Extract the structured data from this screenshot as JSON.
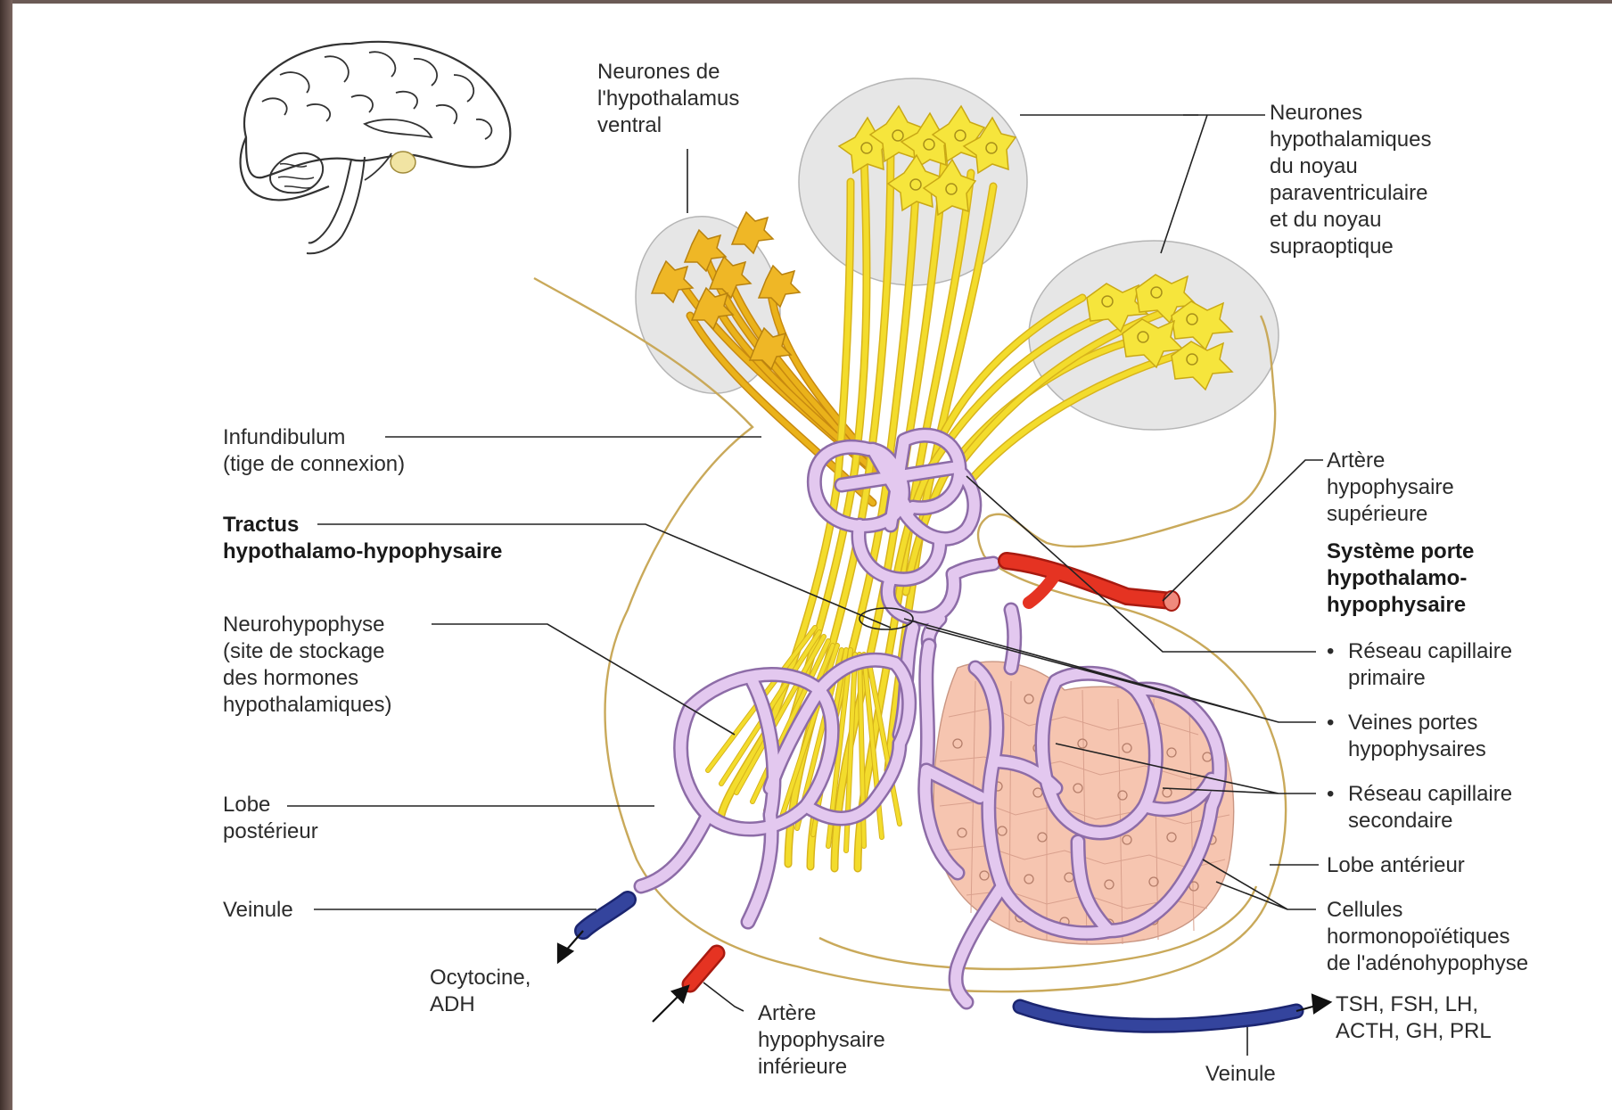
{
  "colors": {
    "background": "#ffffff",
    "fiber_yellow": "#f3dc2c",
    "fiber_orange": "#eab21a",
    "capillary": "#e3c8ef",
    "anterior_lobe": "#f6c5b0",
    "artery": "#e53322",
    "vein": "#2c3a9c",
    "oval": "#e6e6e6"
  },
  "labels": {
    "ventral_l1": "Neurones de",
    "ventral_l2": "l'hypothalamus",
    "ventral_l3": "ventral",
    "pv_l1": "Neurones",
    "pv_l2": "hypothalamiques",
    "pv_l3": "du noyau",
    "pv_l4": "paraventriculaire",
    "pv_l5": "et du noyau",
    "pv_l6": "supraoptique",
    "infund_l1": "Infundibulum",
    "infund_l2": "(tige de connexion)",
    "tractus_l1": "Tractus",
    "tractus_l2": "hypothalamo-hypophysaire",
    "neuro_l1": "Neurohypophyse",
    "neuro_l2": "(site de stockage",
    "neuro_l3": "des hormones",
    "neuro_l4": "hypothalamiques)",
    "lobe_post_l1": "Lobe",
    "lobe_post_l2": "postérieur",
    "veinule_left": "Veinule",
    "ocyto_l1": "Ocytocine,",
    "ocyto_l2": "ADH",
    "art_inf_l1": "Artère",
    "art_inf_l2": "hypophysaire",
    "art_inf_l3": "inférieure",
    "veinule_bottom": "Veinule",
    "art_sup_l1": "Artère",
    "art_sup_l2": "hypophysaire",
    "art_sup_l3": "supérieure",
    "porte_l1": "Système porte",
    "porte_l2": "hypothalamo-",
    "porte_l3": "hypophysaire",
    "cap1_l1": "Réseau capillaire",
    "cap1_l2": "primaire",
    "veines_l1": "Veines portes",
    "veines_l2": "hypophysaires",
    "cap2_l1": "Réseau capillaire",
    "cap2_l2": "secondaire",
    "lobe_ant": "Lobe antérieur",
    "cellules_l1": "Cellules",
    "cellules_l2": "hormonopoïétiques",
    "cellules_l3": "de l'adénohypophyse",
    "hormones_l1": "TSH, FSH, LH,",
    "hormones_l2": "ACTH, GH, PRL",
    "bullet": "•"
  }
}
